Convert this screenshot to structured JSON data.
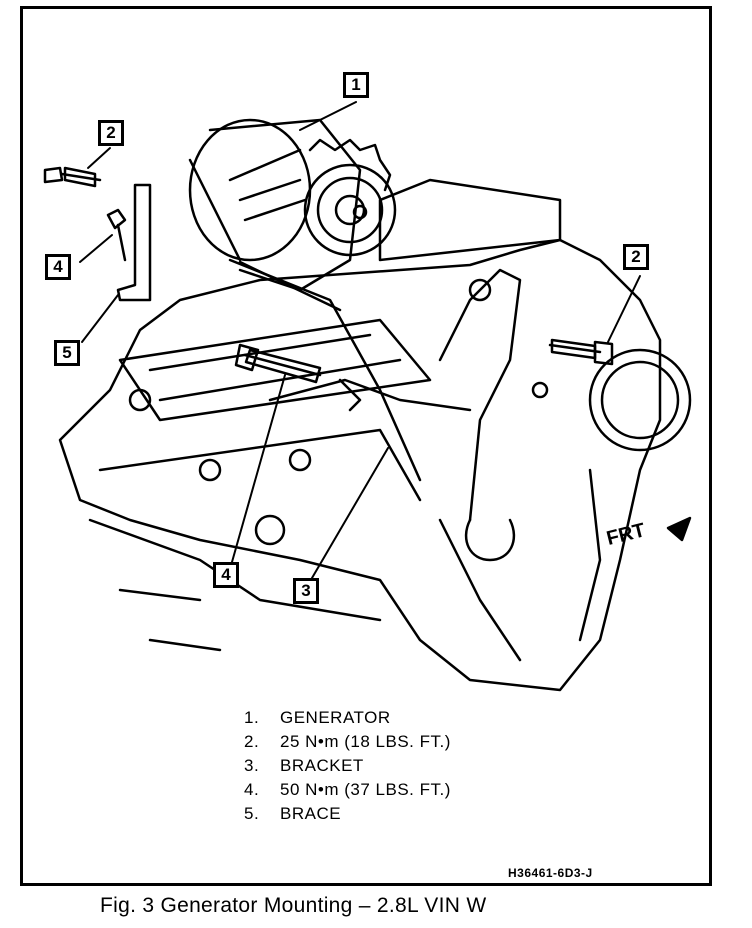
{
  "callouts": [
    {
      "id": "c1",
      "label": "1"
    },
    {
      "id": "c2a",
      "label": "2"
    },
    {
      "id": "c2b",
      "label": "2"
    },
    {
      "id": "c4a",
      "label": "4"
    },
    {
      "id": "c4b",
      "label": "4"
    },
    {
      "id": "c5",
      "label": "5"
    },
    {
      "id": "c3",
      "label": "3"
    }
  ],
  "direction_label": "FRT",
  "legend": [
    {
      "num": "1.",
      "text": "GENERATOR"
    },
    {
      "num": "2.",
      "text": "25 N•m (18 LBS. FT.)"
    },
    {
      "num": "3.",
      "text": "BRACKET"
    },
    {
      "num": "4.",
      "text": "50 N•m (37 LBS. FT.)"
    },
    {
      "num": "5.",
      "text": "BRACE"
    }
  ],
  "figure_code": "H36461-6D3-J",
  "caption": "Fig. 3 Generator Mounting – 2.8L VIN W",
  "colors": {
    "ink": "#000000",
    "paper": "#ffffff"
  }
}
